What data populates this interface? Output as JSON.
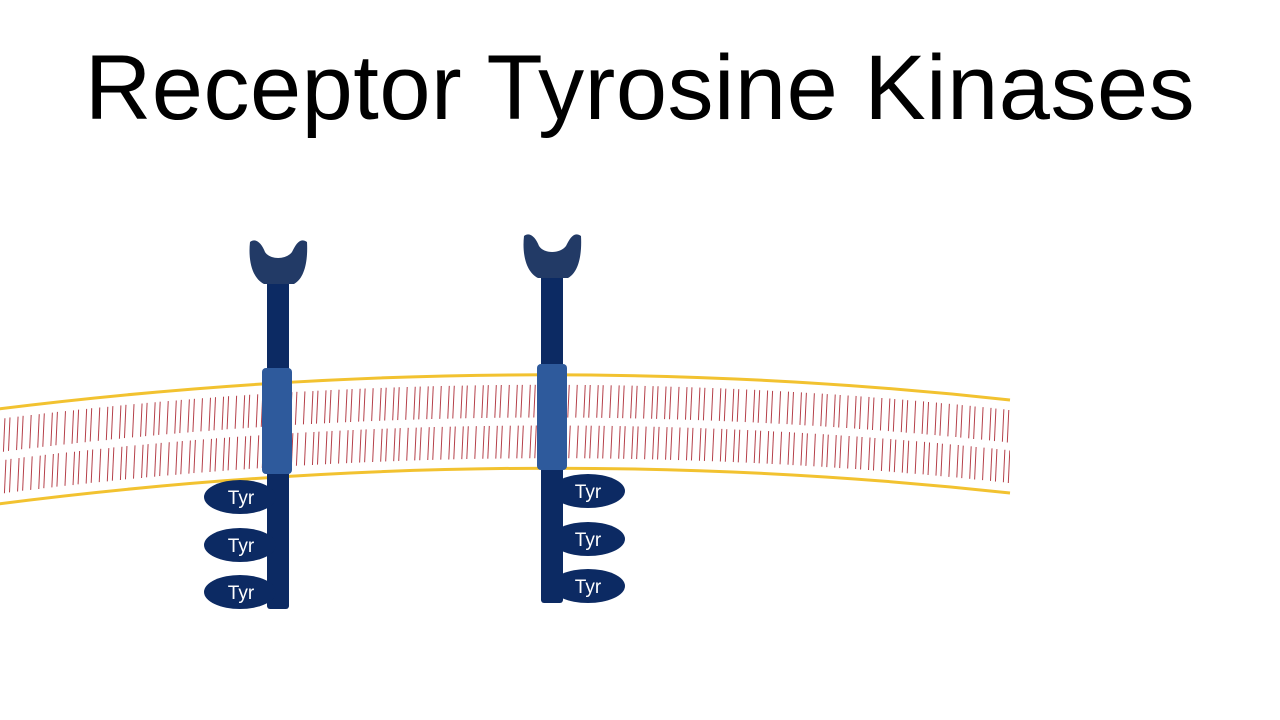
{
  "slide": {
    "title": "Receptor Tyrosine Kinases"
  },
  "colors": {
    "membrane_edge": "#F2C230",
    "membrane_lines": "#B5404A",
    "receptor_body": "#0C2A63",
    "transmembrane_segment": "#2E5A9C",
    "ligand_binding_domain": "#223A66",
    "tyrosine_ellipse": "#0C2A63",
    "tyrosine_text": "#FFFFFF"
  },
  "receptors": [
    {
      "name": "receptor-left",
      "tyrosines": [
        "Tyr",
        "Tyr",
        "Tyr"
      ]
    },
    {
      "name": "receptor-right",
      "tyrosines": [
        "Tyr",
        "Tyr",
        "Tyr"
      ]
    }
  ]
}
